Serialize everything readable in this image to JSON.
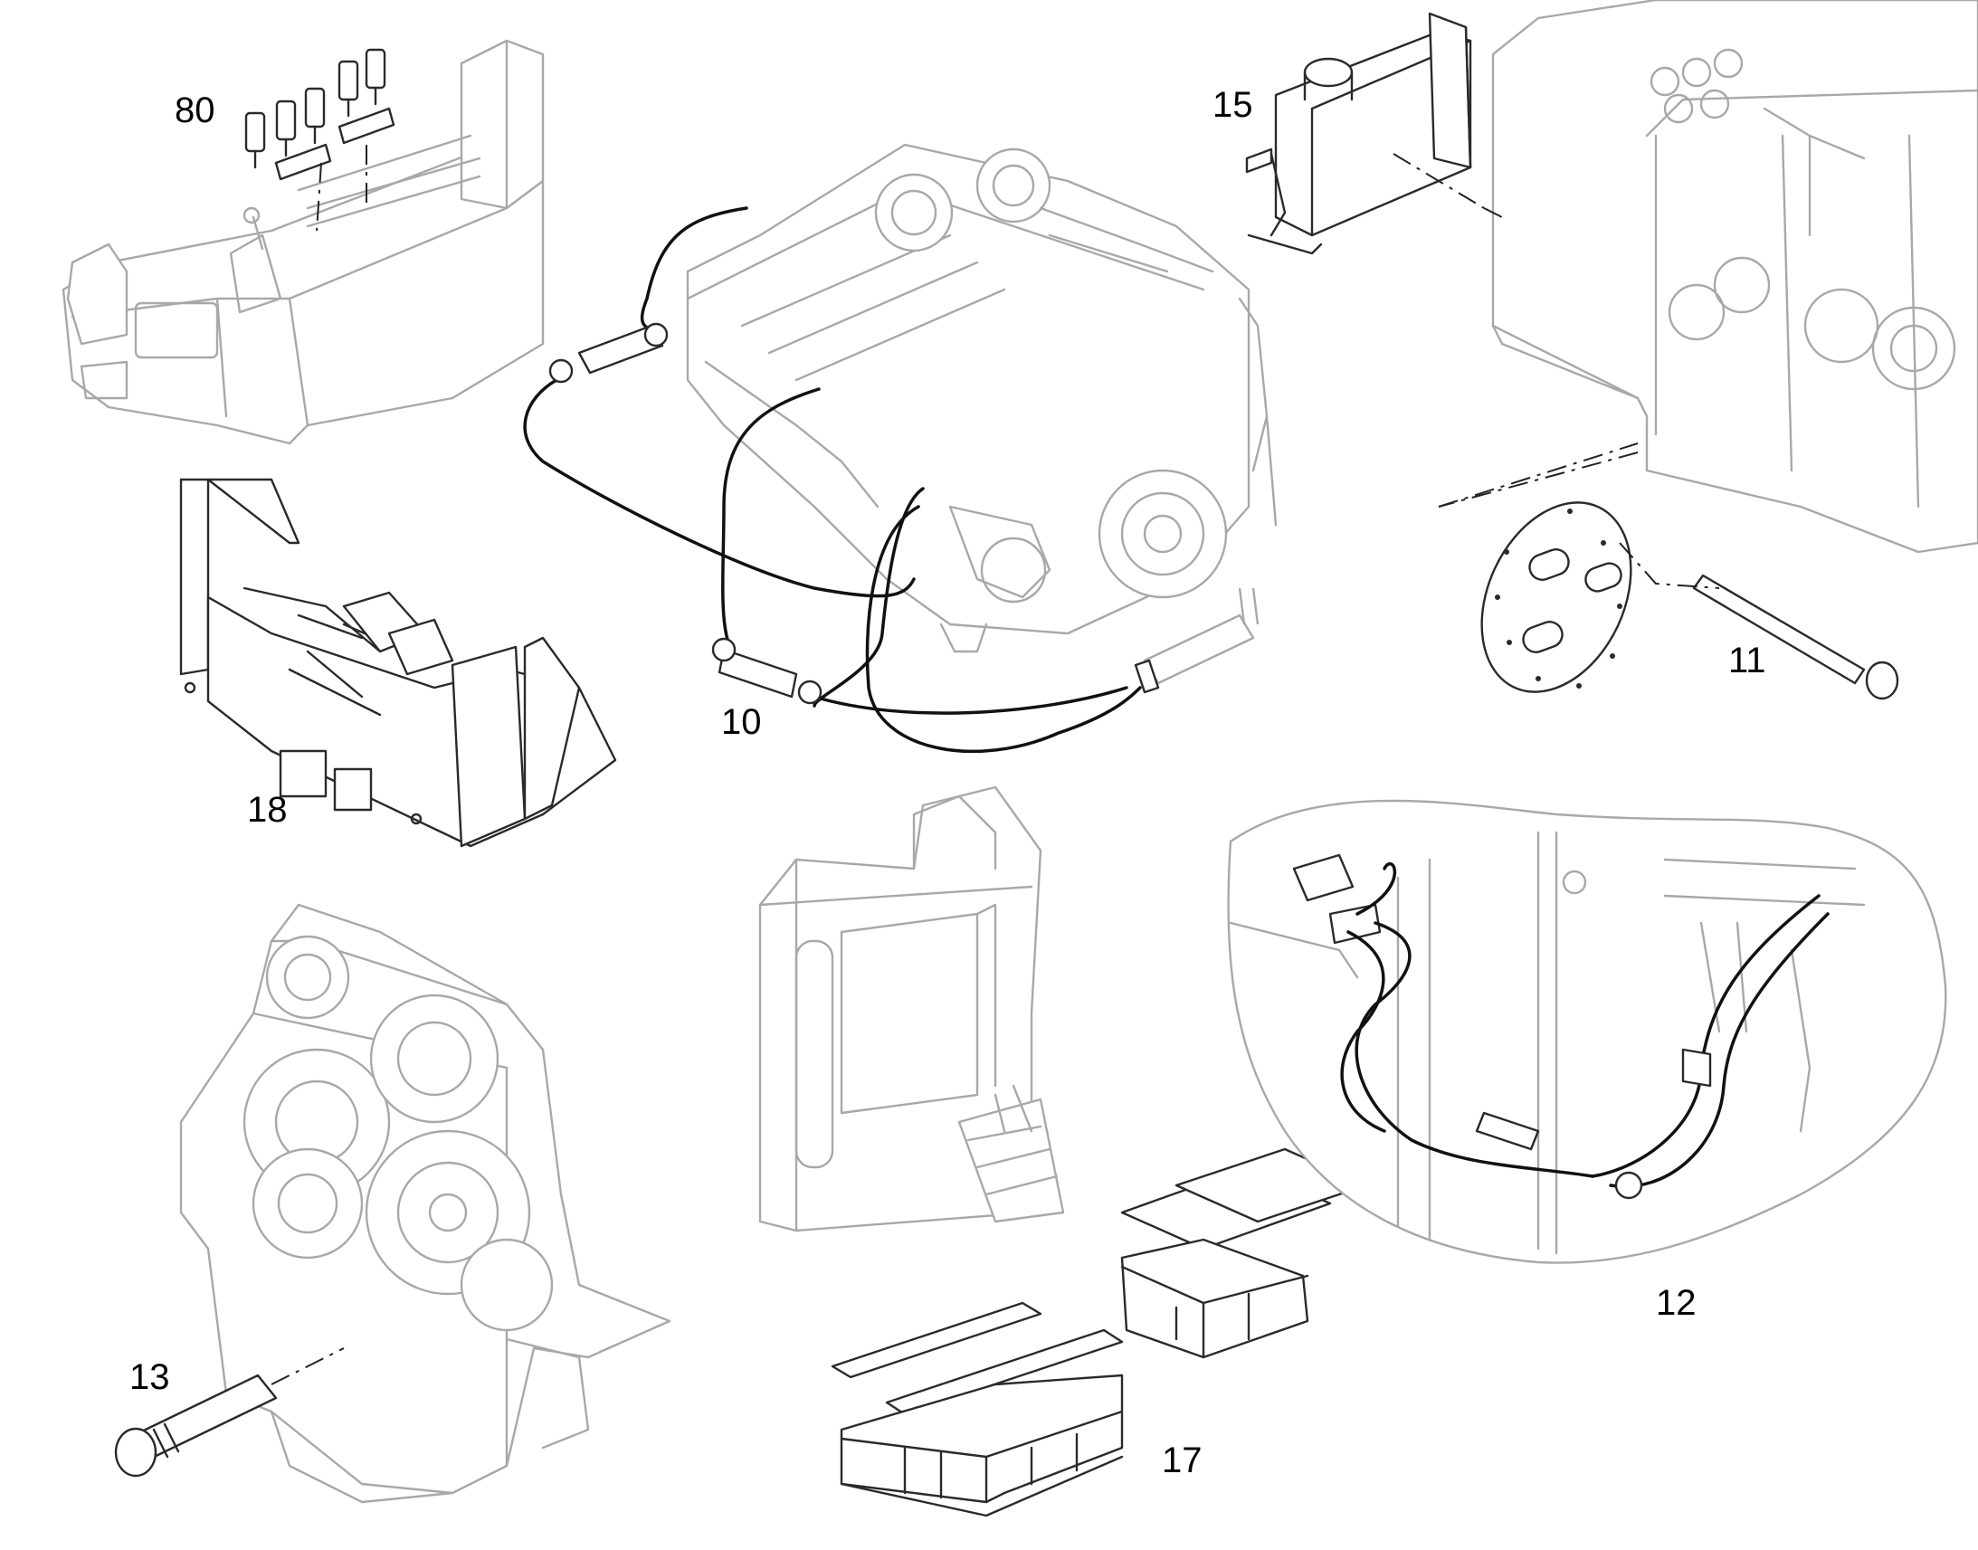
{
  "callouts": [
    {
      "id": "80",
      "label": "80"
    },
    {
      "id": "15",
      "label": "15"
    },
    {
      "id": "11",
      "label": "11"
    },
    {
      "id": "10",
      "label": "10"
    },
    {
      "id": "18",
      "label": "18"
    },
    {
      "id": "12",
      "label": "12"
    },
    {
      "id": "13",
      "label": "13"
    },
    {
      "id": "17",
      "label": "17"
    }
  ],
  "colors": {
    "line": "#a8a8a8",
    "highlight": "#111111",
    "background": "#ffffff"
  }
}
